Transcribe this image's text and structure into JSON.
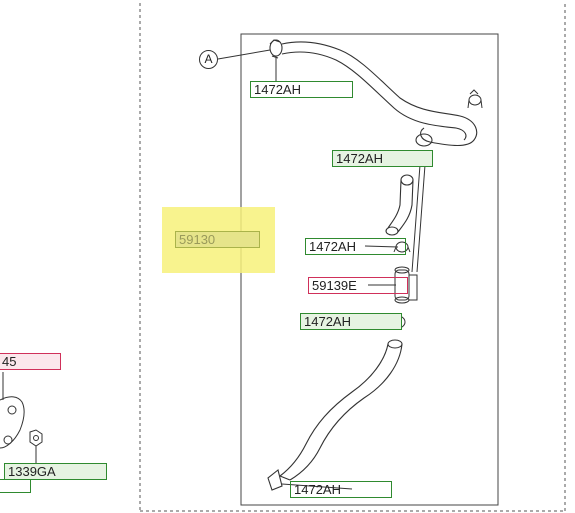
{
  "callout": "A",
  "labels": {
    "c1472ah_top": "1472AH",
    "c1472ah_2": "1472AH",
    "c1472ah_3": "1472AH",
    "c59139e": "59139E",
    "c1472ah_4": "1472AH",
    "c1472ah_bottom": "1472AH",
    "c59130": "59130",
    "left_partial": "45",
    "left_1339ga": "1339GA"
  },
  "colors": {
    "green": "#2f8a2f",
    "red": "#d0305a",
    "highlight": "#f7f17a"
  }
}
